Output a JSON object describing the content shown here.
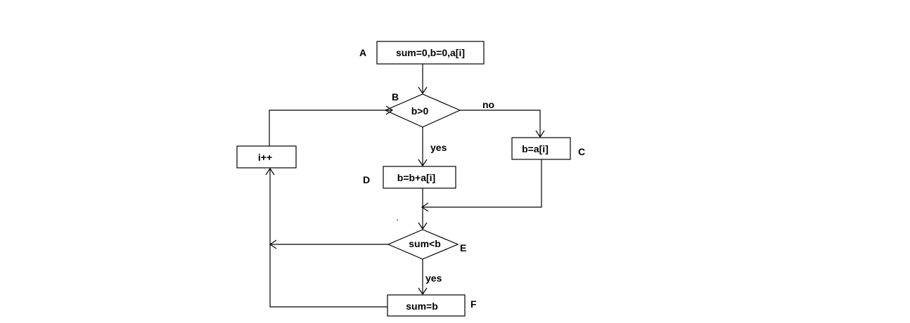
{
  "nodes": {
    "A": {
      "letter": "A",
      "text": "sum=0,b=0,a[i]"
    },
    "B": {
      "letter": "B",
      "text": "b>0"
    },
    "C": {
      "letter": "C",
      "text": "b=a[i]"
    },
    "D": {
      "letter": "D",
      "text": "b=b+a[i]"
    },
    "E": {
      "letter": "E",
      "text": "sum<b"
    },
    "F": {
      "letter": "F",
      "text": "sum=b"
    },
    "inc": {
      "text": "i++"
    }
  },
  "edges": {
    "b_no": "no",
    "b_yes": "yes",
    "e_yes": "yes"
  }
}
